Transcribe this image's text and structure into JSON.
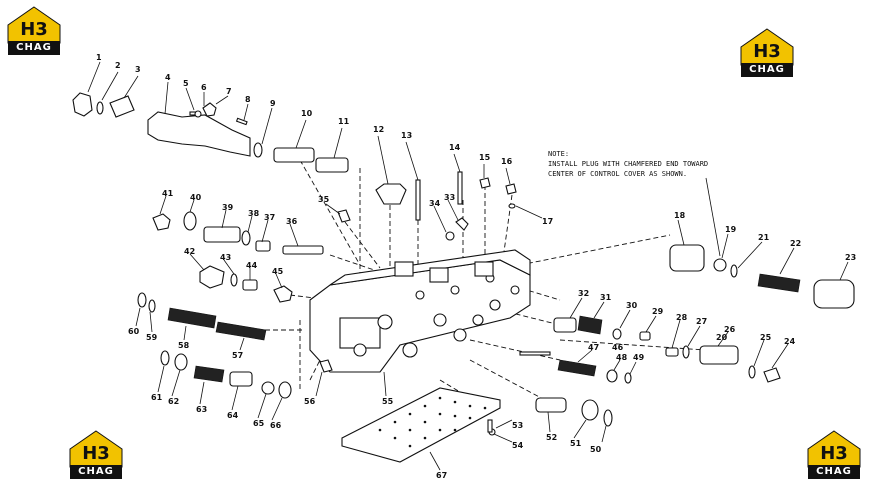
{
  "logos": {
    "mark": "H3",
    "text": "CHAG",
    "color": "#f2c200"
  },
  "note": {
    "line1": "NOTE:",
    "line2": "INSTALL PLUG WITH CHAMFERED END TOWARD",
    "line3": "CENTER OF CONTROL COVER AS SHOWN."
  },
  "callouts": [
    "1",
    "2",
    "3",
    "4",
    "5",
    "6",
    "7",
    "8",
    "9",
    "10",
    "11",
    "12",
    "13",
    "14",
    "15",
    "16",
    "17",
    "18",
    "19",
    "20",
    "21",
    "22",
    "23",
    "24",
    "25",
    "26",
    "27",
    "28",
    "29",
    "30",
    "31",
    "32",
    "33",
    "34",
    "35",
    "36",
    "37",
    "38",
    "39",
    "40",
    "41",
    "42",
    "43",
    "44",
    "45",
    "46",
    "47",
    "48",
    "49",
    "50",
    "51",
    "52",
    "53",
    "54",
    "55",
    "56",
    "57",
    "58",
    "59",
    "60",
    "61",
    "62",
    "63",
    "64",
    "65",
    "66",
    "67"
  ]
}
